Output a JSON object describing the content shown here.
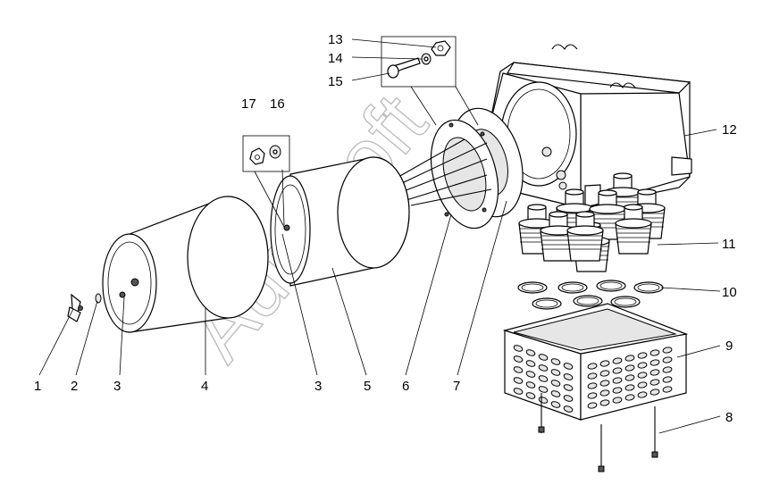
{
  "watermark": "AutoSoft",
  "callouts": [
    "1",
    "2",
    "3",
    "4",
    "3",
    "5",
    "6",
    "7",
    "8",
    "9",
    "10",
    "11",
    "12",
    "13",
    "14",
    "15",
    "17",
    "16"
  ],
  "icons": {
    "wing_nut": "wing-nut-icon",
    "washer": "washer-icon",
    "outer_filter": "outer-filter-cartridge",
    "inner_filter": "inner-filter-cartridge",
    "flange": "flange-gasket",
    "housing": "filter-housing",
    "cyclones": "cyclone-tubes",
    "rings": "sealing-rings",
    "grid_box": "perforated-box",
    "studs": "long-studs"
  }
}
